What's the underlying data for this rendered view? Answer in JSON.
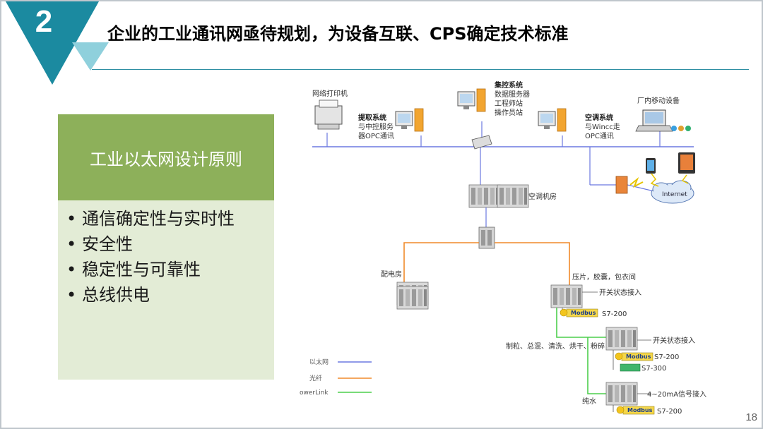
{
  "slide": {
    "number": "2",
    "title": "企业的工业通讯网亟待规划，为设备互联、CPS确定技术标准",
    "page_number": "18"
  },
  "principles": {
    "header": "工业以太网设计原则",
    "items": [
      "通信确定性与实时性",
      "安全性",
      "稳定性与可靠性",
      "总线供电"
    ]
  },
  "diagram": {
    "labels": {
      "printer": "网络打印机",
      "extract_title": "提取系统",
      "extract_line1": "与中控服务",
      "extract_line2": "器OPC通讯",
      "central_title": "集控系统",
      "central_line1": "数据服务器",
      "central_line2": "工程师站",
      "central_line3": "操作员站",
      "hvac_title": "空调系统",
      "hvac_line1": "与Wincc走",
      "hvac_line2": "OPC通讯",
      "mobile": "厂内移动设备",
      "internet": "Internet",
      "ac_room": "空调机房",
      "power_room": "配电房",
      "press": "压片，胶囊，包衣间",
      "switch_input_1": "开关状态接入",
      "s7_200_a": "S7-200",
      "process": "制粒、总混、清洗、烘干、粉碎",
      "switch_input_2": "开关状态接入",
      "s7_200_b": "S7-200",
      "s7_300": "S7-300",
      "pure_water": "纯水",
      "signal_input": "4~20mA信号接入",
      "s7_200_c": "S7-200",
      "modbus": "Modbus"
    },
    "legend": [
      {
        "label": "以太网",
        "color": "#6b78e0"
      },
      {
        "label": "光纤",
        "color": "#f08a2a"
      },
      {
        "label": "owerLink",
        "color": "#4ccf4c"
      }
    ]
  }
}
